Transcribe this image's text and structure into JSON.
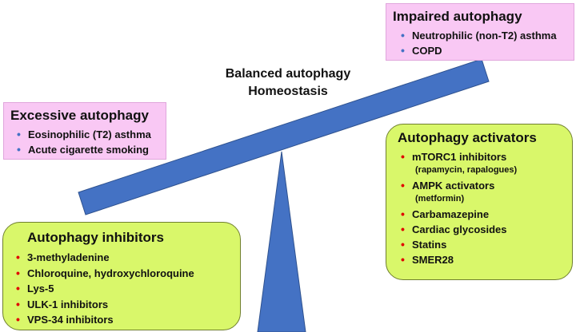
{
  "impaired": {
    "title": "Impaired autophagy",
    "items": [
      "Neutrophilic (non-T2) asthma",
      "COPD"
    ]
  },
  "excessive": {
    "title": "Excessive autophagy",
    "items": [
      "Eosinophilic (T2) asthma",
      "Acute cigarette smoking"
    ]
  },
  "center": {
    "line1": "Balanced autophagy",
    "line2": "Homeostasis"
  },
  "activators": {
    "title": "Autophagy activators",
    "items": [
      {
        "label": "mTORC1 inhibitors",
        "sub": "(rapamycin,  rapalogues)"
      },
      {
        "label": "AMPK activators",
        "sub": "(metformin)"
      },
      {
        "label": "Carbamazepine"
      },
      {
        "label": "Cardiac glycosides"
      },
      {
        "label": "Statins"
      },
      {
        "label": "SMER28"
      }
    ]
  },
  "inhibitors": {
    "title": "Autophagy inhibitors",
    "items": [
      "3-methyladenine",
      "Chloroquine, hydroxychloroquine",
      "Lys-5",
      "ULK-1 inhibitors",
      "VPS-34 inhibitors"
    ]
  },
  "colors": {
    "seesaw": "#4472c4",
    "pink_box": "#f9c8f4",
    "green_box": "#d9f76a",
    "blue_bullet": "#4472c4",
    "red_bullet": "#e00000"
  }
}
